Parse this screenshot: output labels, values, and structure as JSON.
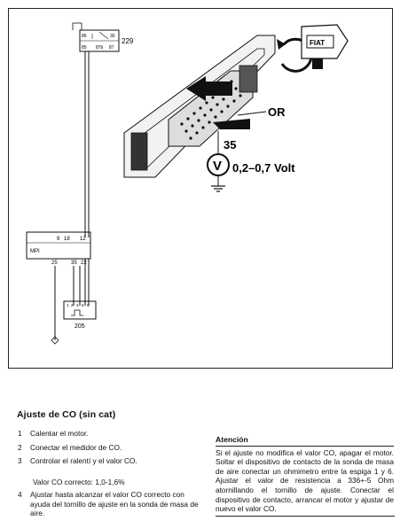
{
  "diagram": {
    "relay_label": "229",
    "relay_pins": [
      "86",
      "30",
      "85",
      "87b",
      "87"
    ],
    "ecu_pins": [
      "9",
      "18",
      "12"
    ],
    "ecu_label": "MPI",
    "ecu_bottom_pins": [
      "25",
      "35",
      "22"
    ],
    "sensor_pins": [
      "1",
      "2",
      "3",
      "5",
      "6"
    ],
    "sensor_label": "205",
    "callout_or": "OR",
    "callout_pin": "35",
    "voltmeter_symbol": "V",
    "voltage_range": "0,2–0,7 Volt",
    "key_tag": "FIAT"
  },
  "section": {
    "title": "Ajuste de CO (sin cat)",
    "steps": [
      {
        "n": "1",
        "text": "Calentar el motor."
      },
      {
        "n": "2",
        "text": "Conectar el medidor de CO."
      },
      {
        "n": "3",
        "text": "Controlar el ralentí y el valor CO."
      }
    ],
    "co_value": "Valor CO correcto: 1,0-1,6%",
    "step4": {
      "n": "4",
      "text": "Ajustar hasta alcanzar el valor CO correcto con ayuda del tornillo de ajuste en la sonda de masa de aire."
    }
  },
  "attention": {
    "title": "Atención",
    "text": "Si el ajuste no modifica el valor CO, apagar el motor. Soltar el dispositivo de contacto de la sonda de masa de aire conectar un ohmimetro entre la espiga 1 y 6. Ajustar el valor de resistencia a 336+-5 Ohm atornillando el tornillo de ajuste. Conectar el dispositivo de contacto, arrancar el motor y ajustar de nuevo el valor CO."
  }
}
